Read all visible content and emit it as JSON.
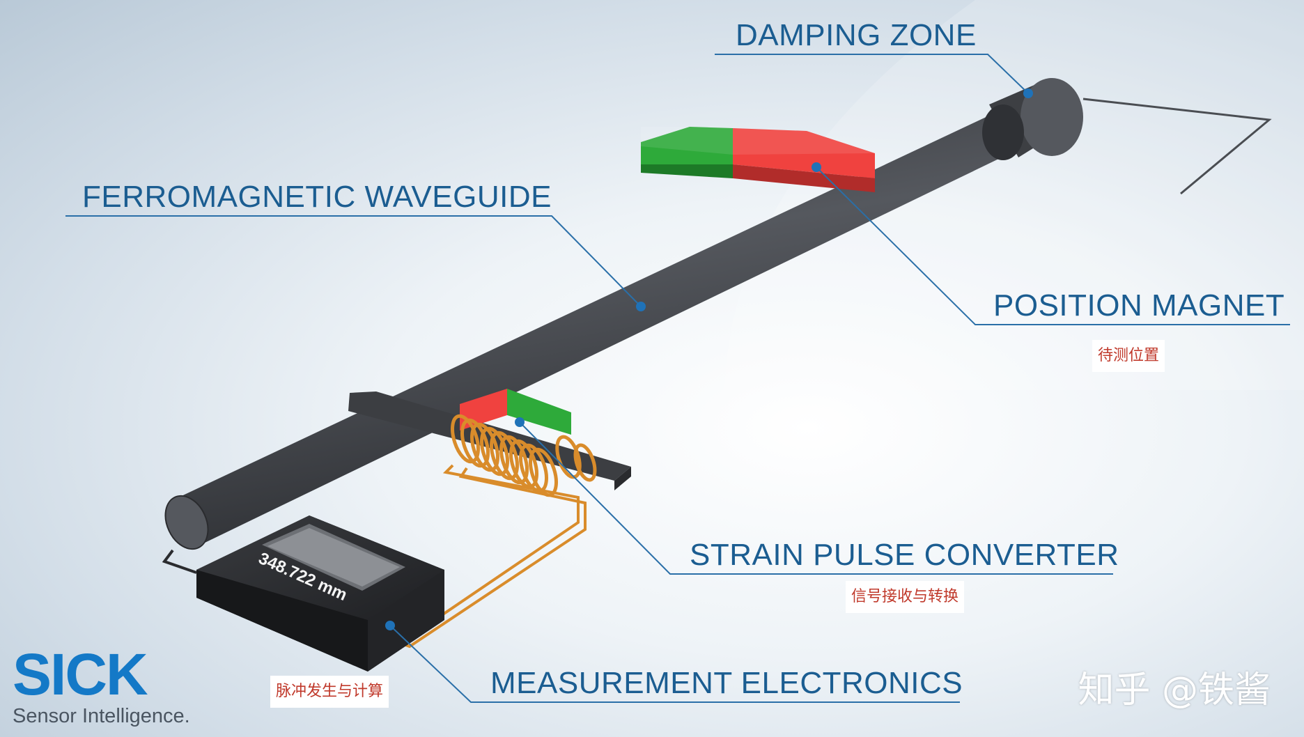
{
  "labels": {
    "damping_zone": "DAMPING ZONE",
    "ferromagnetic_waveguide": "FERROMAGNETIC WAVEGUIDE",
    "position_magnet": "POSITION MAGNET",
    "strain_pulse_converter": "STRAIN PULSE CONVERTER",
    "measurement_electronics": "MEASUREMENT ELECTRONICS"
  },
  "annotations": {
    "position_magnet_cn": "待测位置",
    "strain_pulse_converter_cn": "信号接收与转换",
    "measurement_electronics_cn": "脉冲发生与计算"
  },
  "display": {
    "reading": "348.722 mm"
  },
  "logo": {
    "word": "SICK",
    "tagline": "Sensor Intelligence."
  },
  "watermark": "知乎 @铁酱",
  "colors": {
    "label": "#1b5d91",
    "leader_line": "#2a6fa8",
    "waveguide": "#4a4d52",
    "magnet_green": "#2eaa3a",
    "magnet_red": "#f0423f",
    "coil": "#d98c2b",
    "annotation_text": "#c0392b",
    "logo": "#1479c7"
  }
}
